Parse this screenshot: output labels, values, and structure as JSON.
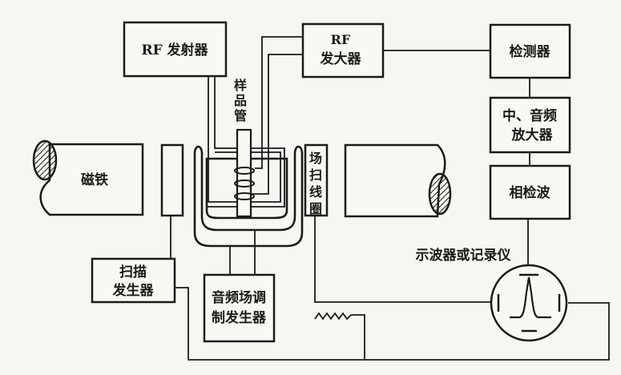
{
  "diagram": {
    "title": "NMR spectrometer block diagram",
    "blocks": {
      "rf_transmitter": {
        "label": "RF 发射器"
      },
      "rf_amplifier": {
        "line1": "RF",
        "line2": "发大器"
      },
      "detector": {
        "label": "检测器"
      },
      "if_audio_amplifier": {
        "line1": "中、音频",
        "line2": "放大器"
      },
      "phase_detector": {
        "label": "相检波"
      },
      "sweep_generator": {
        "line1": "扫描",
        "line2": "发生器"
      },
      "audio_modulation_generator": {
        "line1": "音频场调",
        "line2": "制发生器"
      },
      "sweep_coil": {
        "chars": [
          "场",
          "扫",
          "线",
          "圈"
        ]
      }
    },
    "labels": {
      "magnet": "磁铁",
      "sample_tube": [
        "样",
        "品",
        "管"
      ],
      "oscilloscope": "示波器或记录仪"
    }
  }
}
